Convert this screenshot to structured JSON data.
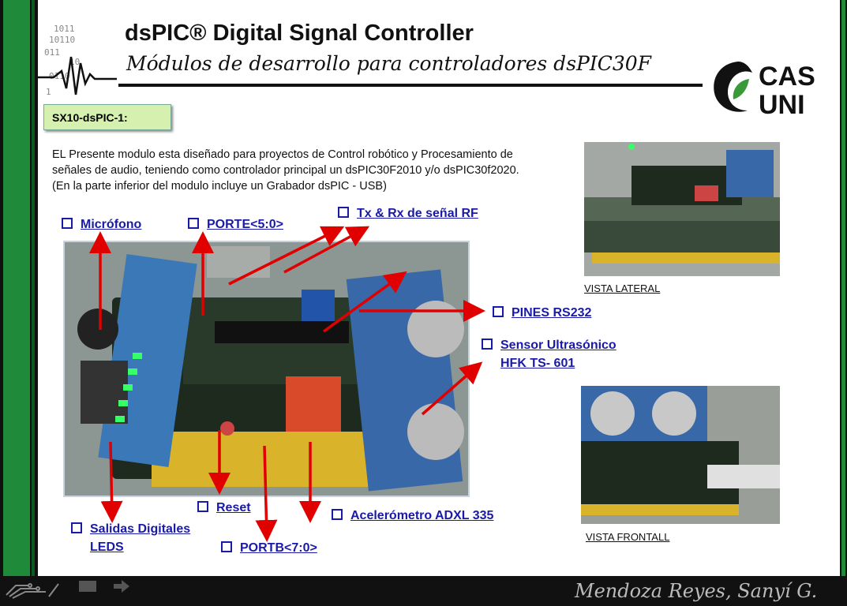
{
  "header": {
    "title": "dsPIC® Digital Signal Controller",
    "subtitle": "Módulos de desarrollo para controladores dsPIC30F",
    "logo_text_top": "CAS",
    "logo_text_bottom": "UNI"
  },
  "tag": "SX10-dsPIC-1:",
  "description": [
    "EL Presente modulo  esta diseñado para  proyectos de Control robótico y Procesamiento de",
    "señales de audio, teniendo como controlador principal un dsPIC30F2010 y/o dsPIC30f2020.",
    "(En la parte inferior  del modulo incluye un Grabador dsPIC - USB)"
  ],
  "labels": {
    "microfono": "Micrófono",
    "porte": "PORTE<5:0>",
    "txrx": "Tx & Rx de señal RF",
    "rs232": "PINES RS232",
    "sensor_line1": "Sensor Ultrasónico",
    "sensor_line2": "HFK TS- 601",
    "reset": "Reset",
    "acelerometro": "Acelerómetro ADXL 335",
    "salidas_line1": "Salidas Digitales",
    "salidas_line2": "LEDS",
    "portb": "PORTB<7:0>"
  },
  "captions": {
    "lateral": "VISTA LATERAL",
    "frontal": "VISTA FRONTALL"
  },
  "footer": {
    "author": "Mendoza Reyes, Sanyí G."
  },
  "colors": {
    "accent_green": "#1f8a3a",
    "label_blue": "#1a1aa8",
    "arrow_red": "#e00000"
  }
}
